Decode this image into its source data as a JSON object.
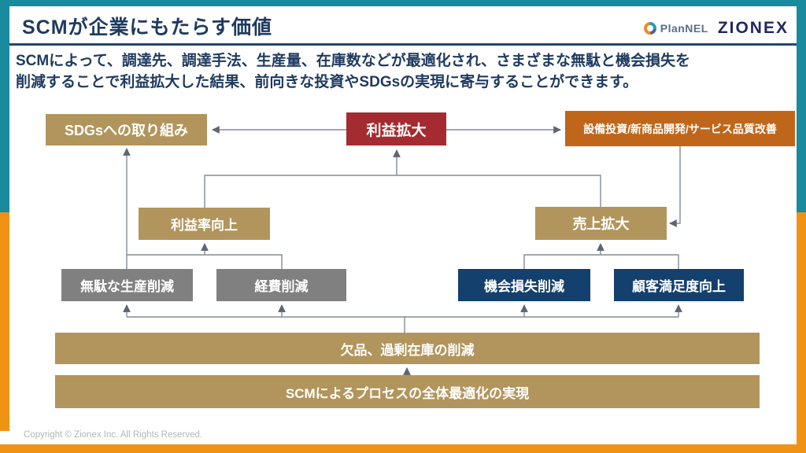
{
  "header": {
    "title": "SCMが企業にもたらす価値",
    "logos": {
      "plannel": "PlanNEL",
      "zionex": "ZIONEX"
    }
  },
  "subtitle": {
    "line1": "SCMによって、調達先、調達手法、生産量、在庫数などが最適化され、さまざまな無駄と機会損失を",
    "line2": "削減することで利益拡大した結果、前向きな投資やSDGsの実現に寄与することができます。"
  },
  "diagram": {
    "boxes": {
      "sdgs": {
        "label": "SDGsへの取り組み",
        "color": "#b2955c"
      },
      "profit": {
        "label": "利益拡大",
        "color": "#a42b30"
      },
      "invest": {
        "label": "設備投資/新商品開発/サービス品質改善",
        "color": "#c0661a"
      },
      "profit_rate": {
        "label": "利益率向上",
        "color": "#b2955c"
      },
      "sales": {
        "label": "売上拡大",
        "color": "#b2955c"
      },
      "waste": {
        "label": "無駄な生産削減",
        "color": "#808080"
      },
      "expense": {
        "label": "経費削減",
        "color": "#808080"
      },
      "opportunity": {
        "label": "機会損失削減",
        "color": "#14406e"
      },
      "satisfaction": {
        "label": "顧客満足度向上",
        "color": "#14406e"
      },
      "stockout": {
        "label": "欠品、過剰在庫の削減",
        "color": "#b2955c"
      },
      "scm_base": {
        "label": "SCMによるプロセスの全体最適化の実現",
        "color": "#b2955c"
      }
    }
  },
  "footer": {
    "copyright": "Copyright © Zionex Inc. All Rights Reserved."
  },
  "colors": {
    "frame_teal": "#1a8a9e",
    "frame_orange": "#f09314",
    "title_navy": "#1e3a5f",
    "connector_gray": "#828c96",
    "arrowhead": "#5c6570",
    "footer_gray": "#b5b5b5",
    "zionex_navy": "#23275f"
  }
}
